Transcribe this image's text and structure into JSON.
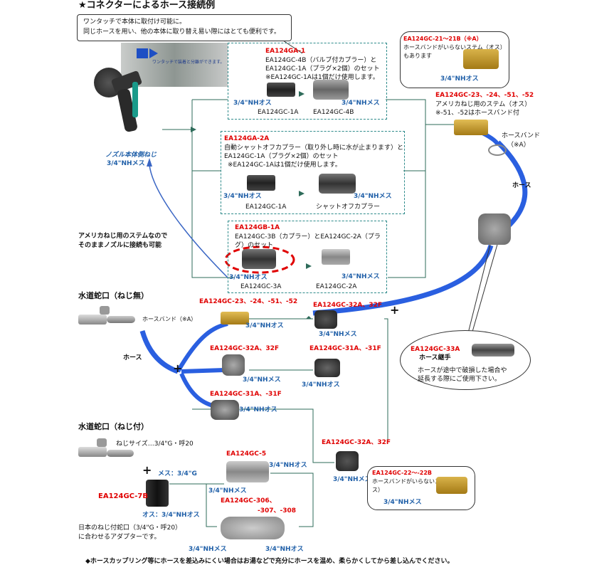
{
  "title": "★コネクターによるホース接続例",
  "callout_top": {
    "line1": "ワンタッチで本体に取付け可能に。",
    "line2": "同じホースを用い、他の本体に取り替え易い際にはとても便利です。"
  },
  "photo_caption": "ワンタッチで装着と分離ができます。",
  "nozzle": {
    "label": "ノズル本体側ねじ",
    "thread": "3/4\"NHメス"
  },
  "us_note": {
    "line1": "アメリカねじ用のステムなので",
    "line2": "そのままノズルに接続も可能"
  },
  "box1": {
    "code": "EA124GA-1",
    "desc1": "EA124GC-4B（バルブ付カプラー）と",
    "desc2": "EA124GC-1A（プラグ×2個）のセット",
    "desc3": "※EA124GC-1Aは1個だけ使用します。",
    "left_label": "3/4\"NHオス",
    "right_label": "3/4\"NHメス",
    "left_code": "EA124GC-1A",
    "right_code": "EA124GC-4B"
  },
  "box2": {
    "code": "EA124GA-2A",
    "desc1": "自動シャットオフカプラー（取り外し時に水が止まります）と",
    "desc2": "EA124GC-1A（プラグ×2個）のセット",
    "desc3": "※EA124GC-1Aは1個だけ使用します。",
    "left_label": "3/4\"NHオス",
    "right_label": "3/4\"NHメス",
    "left_code": "EA124GC-1A",
    "right_code": "シャットオフカプラー"
  },
  "box3": {
    "code": "EA124GB-1A",
    "desc1": "EA124GC-3B（カプラー）とEA124GC-2A（プラ",
    "desc2": "グ）のセット",
    "left_label": "3/4\"NHオス",
    "right_label": "3/4\"NHメス",
    "left_code": "EA124GC-3A",
    "right_code": "EA124GC-2A"
  },
  "stem_top": {
    "code": "EA124GC-21～21B（※A）",
    "line1": "ホースバンドがいらないステム（オス）",
    "line2": "もあります",
    "thread": "3/4\"NHオス"
  },
  "us_stem": {
    "code": "EA124GC-23、-24、-51、-52",
    "line1": "アメリカねじ用のステム（オス）",
    "line2": "※-51、-52はホースバンド付"
  },
  "hose_band_right": {
    "line1": "ホースバンド",
    "line2": "（※A）"
  },
  "hose_right": "ホース",
  "faucet1": {
    "label": "水道蛇口（ねじ無）"
  },
  "hose_band_left": "ホースバンド（※A）",
  "hose_left": "ホース",
  "mid": {
    "c1_code": "EA124GC-23、-24、-51、-52",
    "c1_thread": "3/4\"NHオス",
    "c2_code": "EA124GC-32A、32F",
    "c2_thread": "3/4\"NHメス",
    "c3_code": "EA124GC-32A、32F",
    "c3_thread": "3/4\"NHメス",
    "c4_code": "EA124GC-31A、-31F",
    "c4_thread": "3/4\"NHオス",
    "c5_code": "EA124GC-31A、-31F",
    "c5_thread": "3/4\"NHオス"
  },
  "joint": {
    "code": "EA124GC-33A",
    "name": "ホース継手",
    "line1": "ホースが途中で破損した場合や",
    "line2": "延長する際にご使用下さい。"
  },
  "faucet2": {
    "label": "水道蛇口（ねじ付）",
    "size": "ねじサイズ…3/4\"G・呼20"
  },
  "adapter": {
    "top_thread": "メス：3/4\"G",
    "code": "EA124GC-7B",
    "bottom_thread": "オス：3/4\"NHオス",
    "note1": "日本のねじ付蛇口（3/4\"G・呼20）",
    "note2": "に合わせるアダプターです。"
  },
  "lower": {
    "c5_code": "EA124GC-5",
    "c5_right": "3/4\"NHオス",
    "c5_left": "3/4\"NHメス",
    "c306_code1": "EA124GC-306、",
    "c306_code2": "-307、-308",
    "c306_left": "3/4\"NHメス",
    "c306_right": "3/4\"NHオス",
    "c32_code": "EA124GC-32A、32F",
    "c32_thread": "3/4\"NHメス"
  },
  "stem_bottom": {
    "code": "EA124GC-22～-22B",
    "line1": "ホースバンドがいらないステム（メ",
    "line2": "ス）",
    "thread": "3/4\"NHメス"
  },
  "plus": "+",
  "footer": "◆ホースカップリング等にホースを差込みにくい場合はお湯などで充分にホースを温め、柔らかくしてから差し込んでください。"
}
